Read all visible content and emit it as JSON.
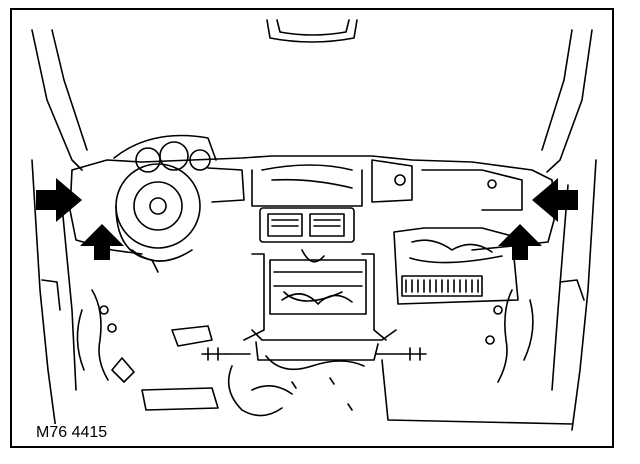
{
  "figure": {
    "reference_code": "M76 4415",
    "stroke_color": "#000000",
    "background_color": "#ffffff"
  },
  "callouts": [
    {
      "name": "left-fixing-arrow-horizontal",
      "direction": "right"
    },
    {
      "name": "left-fixing-arrow-vertical",
      "direction": "up"
    },
    {
      "name": "right-fixing-arrow-horizontal",
      "direction": "left"
    },
    {
      "name": "right-fixing-arrow-vertical",
      "direction": "up"
    }
  ]
}
